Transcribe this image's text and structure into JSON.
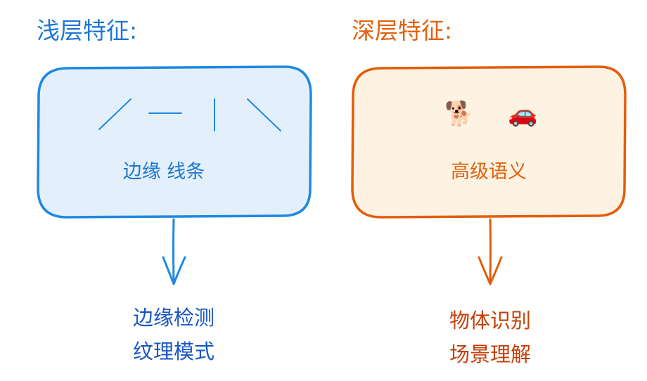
{
  "shallow": {
    "heading": "浅层特征:",
    "box_label": "边缘 线条",
    "result": [
      "边缘检测",
      "纹理模式"
    ]
  },
  "deep": {
    "heading": "深层特征:",
    "box_label": "高级语义",
    "icons": {
      "dog": "🐕",
      "car": "🚗"
    },
    "result": [
      "物体识别",
      "场景理解"
    ]
  },
  "colors": {
    "shallow_stroke": "#1f88e0",
    "shallow_fill": "#e3f0fc",
    "shallow_text": "#1f77d2",
    "deep_stroke": "#e35d0a",
    "deep_fill": "#fef2e2",
    "deep_text": "#e0620f"
  }
}
